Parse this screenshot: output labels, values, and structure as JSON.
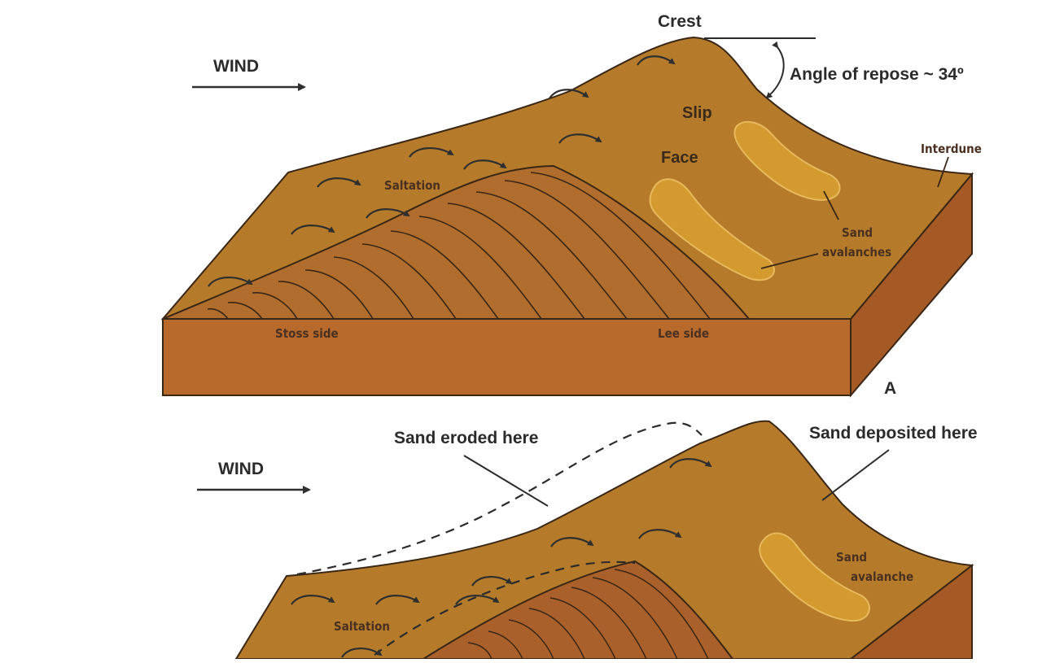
{
  "diagram_a": {
    "wind": "WIND",
    "crest": "Crest",
    "angle_of_repose": "Angle of repose ~ 34º",
    "slip": "Slip",
    "face": "Face",
    "interdune": "Interdune",
    "saltation": "Saltation",
    "sand_avalanches_line1": "Sand",
    "sand_avalanches_line2": "avalanches",
    "stoss_side": "Stoss side",
    "lee_side": "Lee side",
    "panel_letter": "A"
  },
  "diagram_b": {
    "wind": "WIND",
    "sand_eroded_here": "Sand eroded here",
    "sand_deposited_here": "Sand deposited here",
    "saltation": "Saltation",
    "sand_avalanche_line1": "Sand",
    "sand_avalanche_line2": "avalanche"
  },
  "colors": {
    "sand_surface": "#b57b2a",
    "sand_front": "#b86a2d",
    "sand_side": "#a55a26",
    "strata_face": "#b06d2e",
    "avalanche_fill": "#d39a30",
    "outline": "#3a2615"
  }
}
